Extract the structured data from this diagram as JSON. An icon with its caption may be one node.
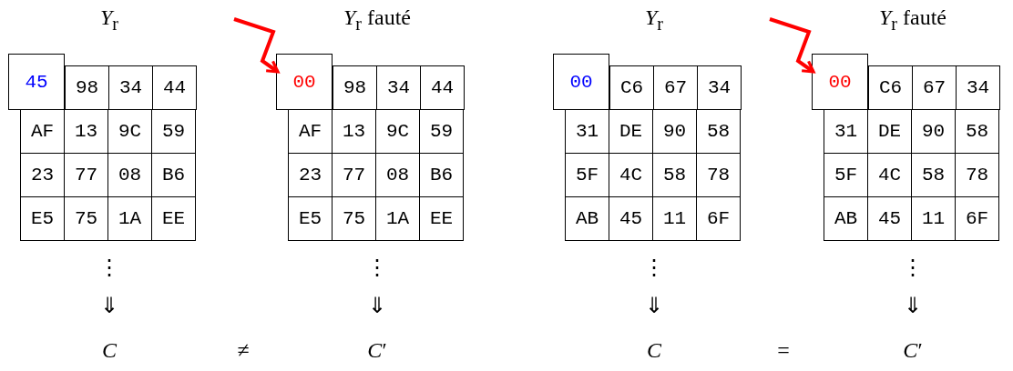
{
  "diagram": {
    "nodes": [
      {
        "text": [
          "45"
        ]
      },
      {
        "text": [
          "00"
        ]
      },
      {
        "text": [
          "00"
        ]
      },
      {
        "text": [
          "00"
        ]
      }
    ],
    "edges": [
      {
        "from": null,
        "to": 1,
        "arrow": "to"
      },
      {
        "from": null,
        "to": 3,
        "arrow": "to"
      }
    ],
    "labels": [
      "*Y*$_{r}$",
      "*Y*$_{r}$ fauté",
      "*Y*$_{r}$",
      "*Y*$_{r}$ fauté",
      "98",
      "34",
      "44",
      "98",
      "34",
      "44",
      "C6",
      "67",
      "34",
      "C6",
      "67",
      "34",
      "AF",
      "13",
      "9C",
      "59",
      "AF",
      "13",
      "9C",
      "59",
      "31",
      "DE",
      "90",
      "58",
      "31",
      "DE",
      "90",
      "58",
      "23",
      "77",
      "08",
      "B6",
      "23",
      "77",
      "08",
      "B6",
      "5F",
      "4C",
      "58",
      "78",
      "5F",
      "4C",
      "58",
      "78",
      "E5",
      "75",
      "1A",
      "EE",
      "E5",
      "75",
      "1A",
      "EE",
      "AB",
      "45",
      "11",
      "6F",
      "AB",
      "45",
      "11",
      "6F",
      "⋮",
      "⋮",
      "⋮",
      "⋮",
      "⇓",
      "⇓",
      "⇓",
      "⇓",
      "*C*",
      "≠",
      "*C*′",
      "*C*",
      "=",
      "*C*′"
    ]
  }
}
